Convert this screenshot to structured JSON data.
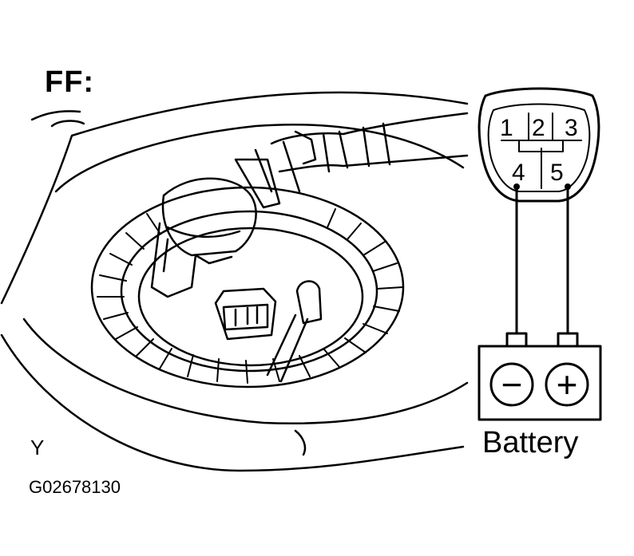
{
  "figure": {
    "view_label": "FF:",
    "corner_letter": "Y",
    "figure_code": "G02678130"
  },
  "connector": {
    "pins": [
      "1",
      "2",
      "3",
      "4",
      "5"
    ]
  },
  "battery": {
    "label": "Battery",
    "negative_symbol": "−",
    "positive_symbol": "+"
  },
  "colors": {
    "ink": "#000000",
    "background": "#ffffff"
  }
}
